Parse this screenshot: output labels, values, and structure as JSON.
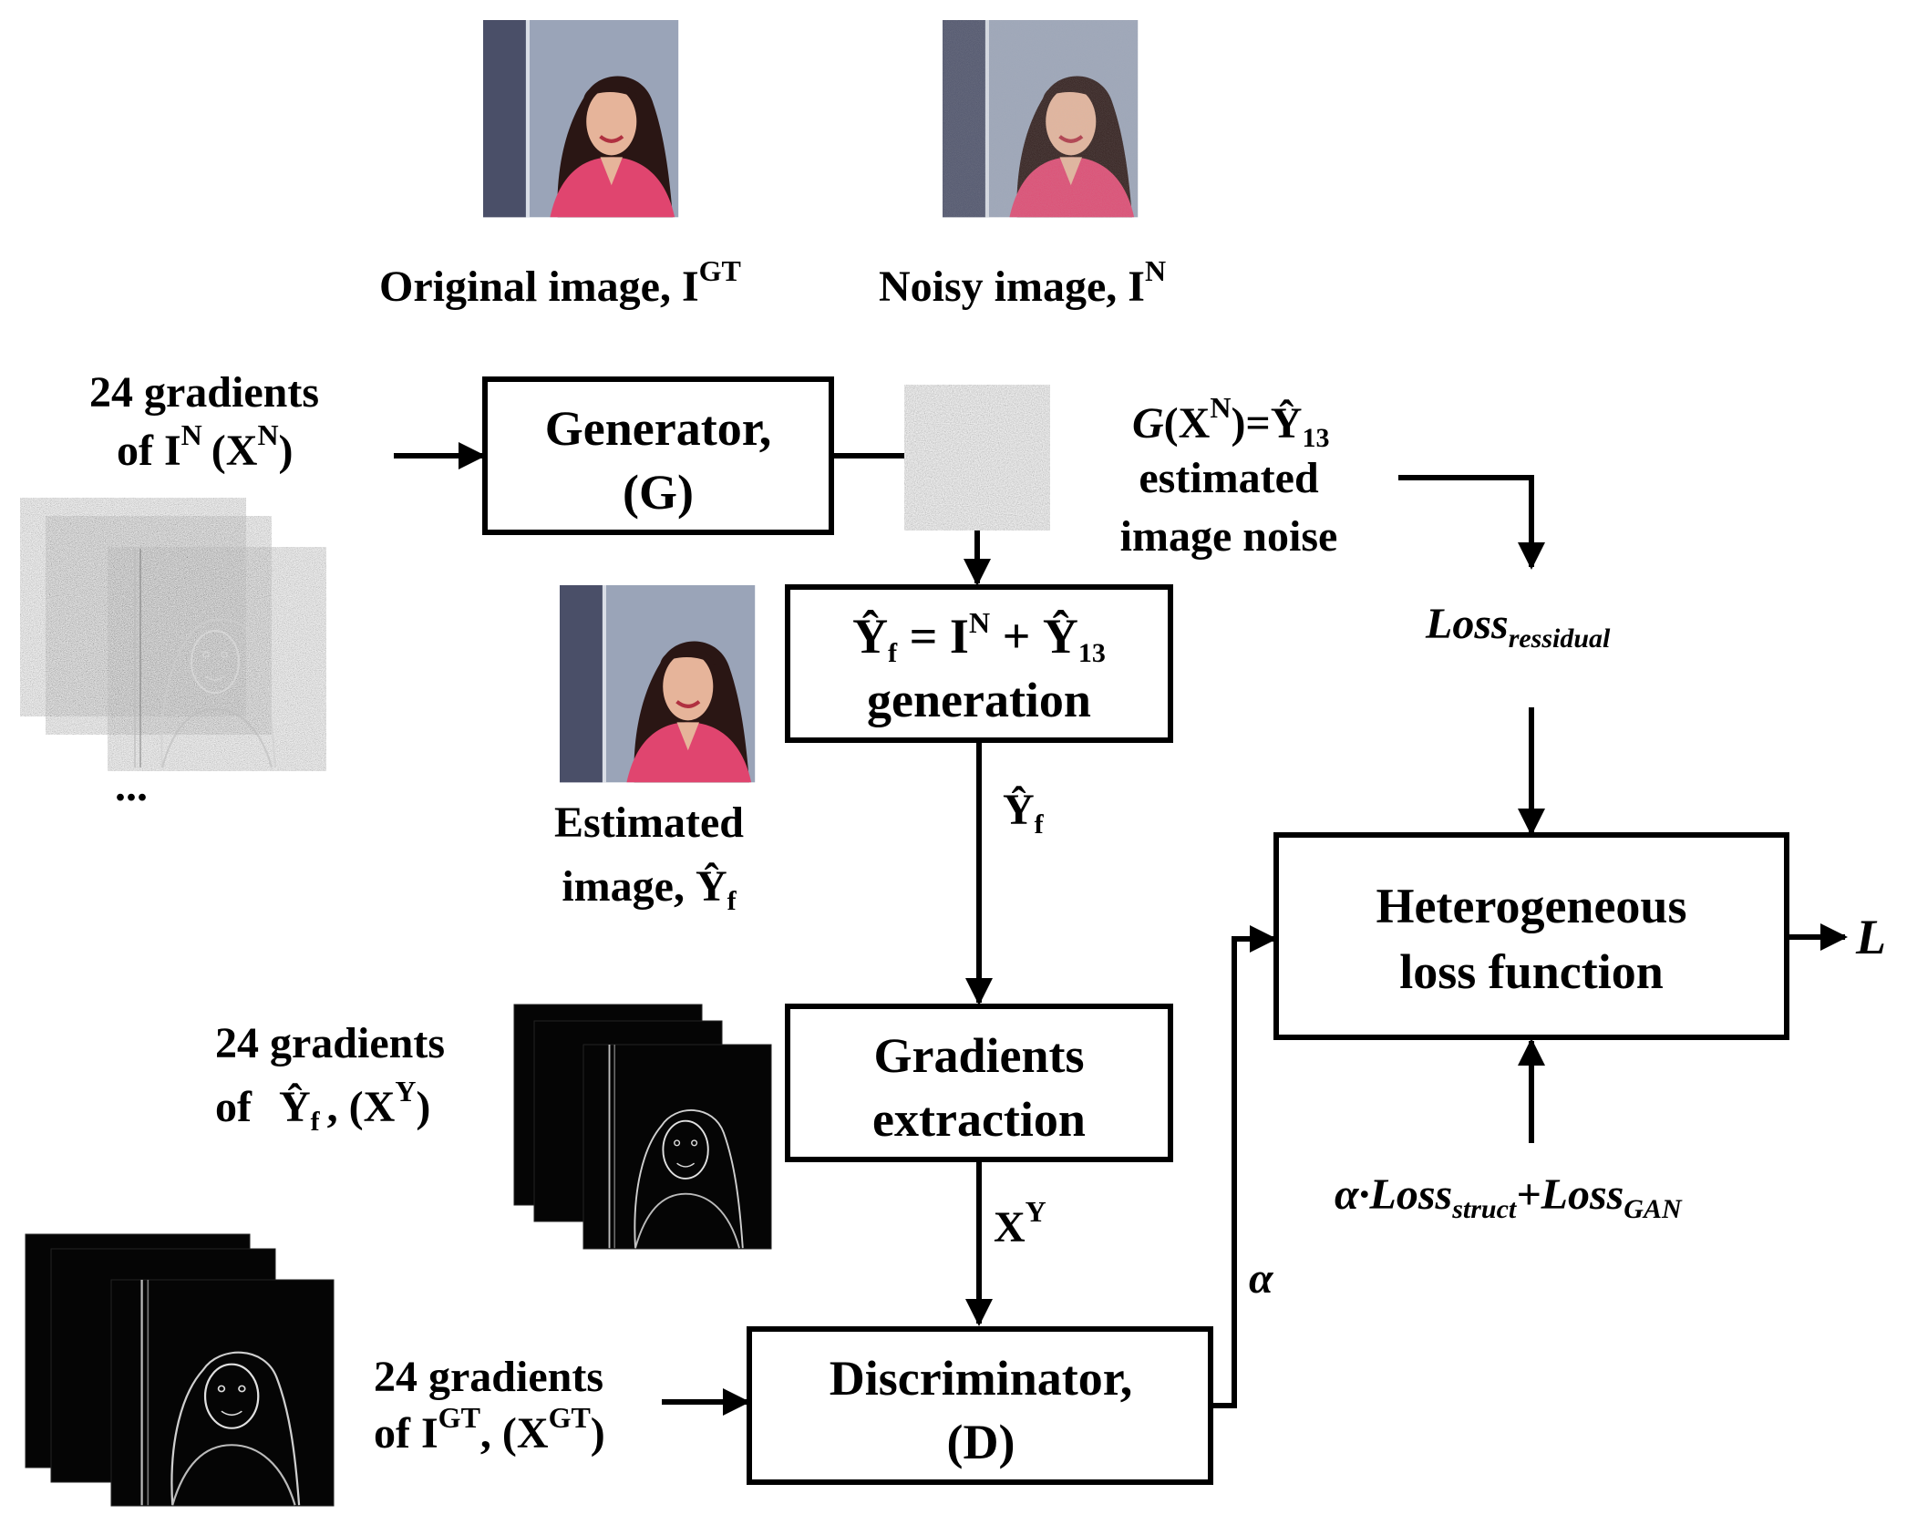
{
  "images": {
    "original_caption": "Original image, I",
    "original_sup": "GT",
    "noisy_caption": "Noisy image, I",
    "noisy_sup": "N",
    "estimated_line1": "Estimated",
    "estimated_line2": "image, Ŷ",
    "estimated_sub": "f"
  },
  "inputs": {
    "noisy_grad_line1": "24 gradients",
    "noisy_grad_line2": "of I",
    "noisy_grad_sup": "N",
    "noisy_grad_paren": "(X",
    "noisy_grad_paren_sup": "N",
    "noisy_grad_close": ")",
    "ellipsis": "...",
    "est_grad_line1": "24 gradients",
    "est_grad_line2": "of",
    "est_grad_symbol": "Ŷ",
    "est_grad_symbol_sub": "f",
    "est_grad_paren": ", (X",
    "est_grad_paren_sup": "Y",
    "est_grad_close": ")",
    "gt_grad_line1": "24 gradients",
    "gt_grad_line2": "of I",
    "gt_grad_sup": "GT",
    "gt_grad_paren": ", (X",
    "gt_grad_paren_sup": "GT",
    "gt_grad_close": ")"
  },
  "boxes": {
    "generator_line1": "Generator,",
    "generator_line2": "(G)",
    "generation_line1_a": "Ŷ",
    "generation_line1_a_sub": "f",
    "generation_line1_b": " = I",
    "generation_line1_b_sup": "N",
    "generation_line1_c": " + Ŷ",
    "generation_line1_c_sub": "13",
    "generation_line2": "generation",
    "gradients_line1": "Gradients",
    "gradients_line2": "extraction",
    "discriminator_line1": "Discriminator,",
    "discriminator_line2": "(D)",
    "loss_line1": "Heterogeneous",
    "loss_line2": "loss function"
  },
  "annotations": {
    "noise_eq_g": "G",
    "noise_eq_a": "(X",
    "noise_eq_a_sup": "N",
    "noise_eq_b": ")=Ŷ",
    "noise_eq_b_sub": "13",
    "noise_line2": "estimated",
    "noise_line3": "image noise",
    "loss_res": "Loss",
    "loss_res_sub": "ressidual",
    "yf_arrow": "Ŷ",
    "yf_arrow_sub": "f",
    "xy_arrow": "X",
    "xy_arrow_sup": "Y",
    "alpha": "α",
    "loss_struct_a": "α·Loss",
    "loss_struct_a_sub": "struct",
    "loss_struct_plus": "+Loss",
    "loss_struct_gan_sub": "GAN",
    "output_L": "L"
  },
  "colors": {
    "line": "#000000",
    "blouse": "#e0456f",
    "hair": "#2a1614",
    "skin": "#e6b49a",
    "photo_bg": "#9aa4b8",
    "door": "#4a4f68"
  }
}
